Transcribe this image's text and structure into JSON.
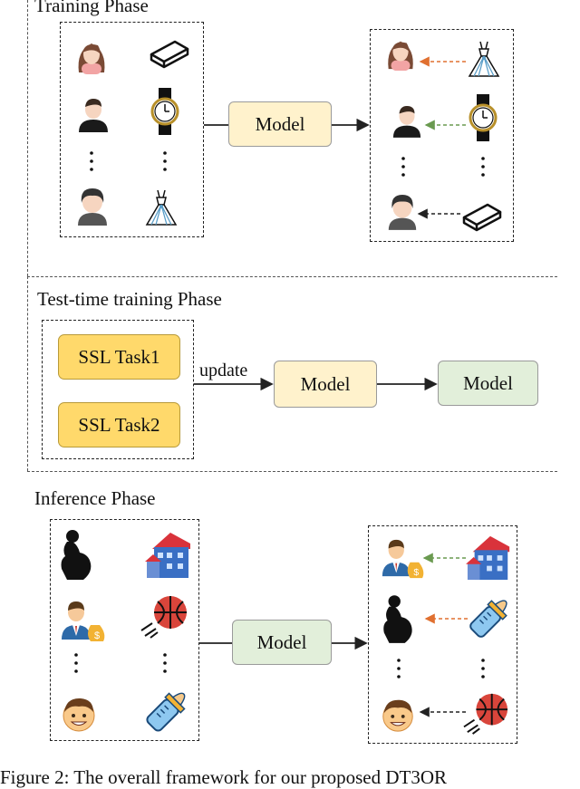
{
  "training": {
    "title": "Training Phase",
    "model_label": "Model"
  },
  "ttt": {
    "title": "Test-time training Phase",
    "ssl_task1": "SSL Task1",
    "ssl_task2": "SSL Task2",
    "update_label": "update",
    "model_label": "Model",
    "model_out_label": "Model"
  },
  "inference": {
    "title": "Inference Phase",
    "model_label": "Model"
  },
  "caption": "Figure 2: The overall framework for our proposed DT3OR",
  "colors": {
    "model_yellow": "#fff2cc",
    "model_green": "#e2efda",
    "ssl_fill": "#ffd96b",
    "arrow_orange": "#e07030",
    "arrow_green": "#6a9a50",
    "arrow_black": "#222222"
  },
  "icons": [
    "woman-user-icon",
    "man-user-icon",
    "boy-user-icon",
    "book-icon",
    "watch-icon",
    "dress-icon",
    "pregnant-woman-icon",
    "businessman-money-icon",
    "boy-face-icon",
    "house-icon",
    "basketball-icon",
    "baby-bottle-icon",
    "vertical-ellipsis-icon"
  ]
}
